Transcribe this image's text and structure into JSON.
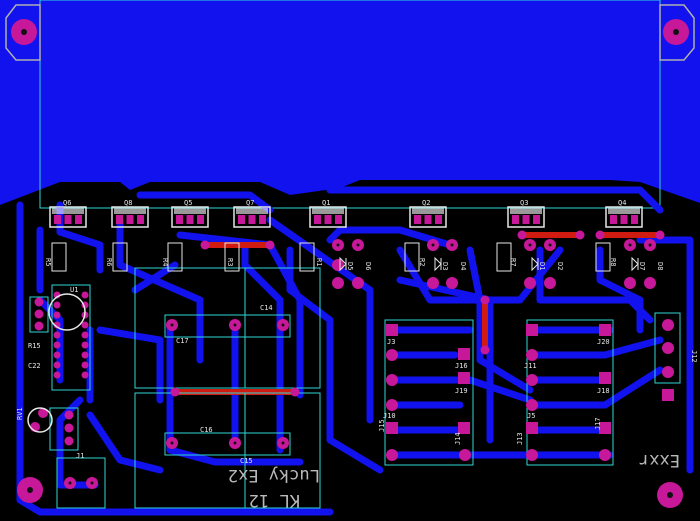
{
  "colors": {
    "background": "#000000",
    "copper_bottom": "#1212ee",
    "copper_top": "#d01c10",
    "pad": "#c8189a",
    "pad_hole": "#111111",
    "silkscreen": "#e6e6e6",
    "outline": "#2fd6d6"
  },
  "labels": {
    "q6": "Q6",
    "q8": "Q8",
    "q5": "Q5",
    "q7": "Q7",
    "q1": "Q1",
    "q2": "Q2",
    "q3": "Q3",
    "q4": "Q4",
    "u1": "U1",
    "c14": "C14",
    "c17": "C17",
    "c16": "C16",
    "c15": "C15",
    "j1": "J1",
    "j3": "J3",
    "j5": "J5",
    "j10": "J10",
    "j11": "J11",
    "j12": "J12",
    "j13": "J13",
    "j14": "J14",
    "j15": "J15",
    "j16": "J16",
    "j17": "J17",
    "j18": "J18",
    "j19": "J19",
    "j20": "J20",
    "rv1": "RV1",
    "r15": "R15",
    "c22": "C22",
    "r5": "R5",
    "r6": "R6",
    "r4": "R4",
    "r3": "R3",
    "r1": "R1",
    "r2": "R2",
    "r7": "R7",
    "r8": "R8",
    "d5": "D5",
    "d6": "D6",
    "d3": "D3",
    "d4": "D4",
    "d1": "D1",
    "d2": "D2",
    "d7": "D7",
    "d8": "D8",
    "board_text_1": "Lucky Ex2",
    "board_text_2": "KL 12",
    "logo_text": "Exxr"
  }
}
